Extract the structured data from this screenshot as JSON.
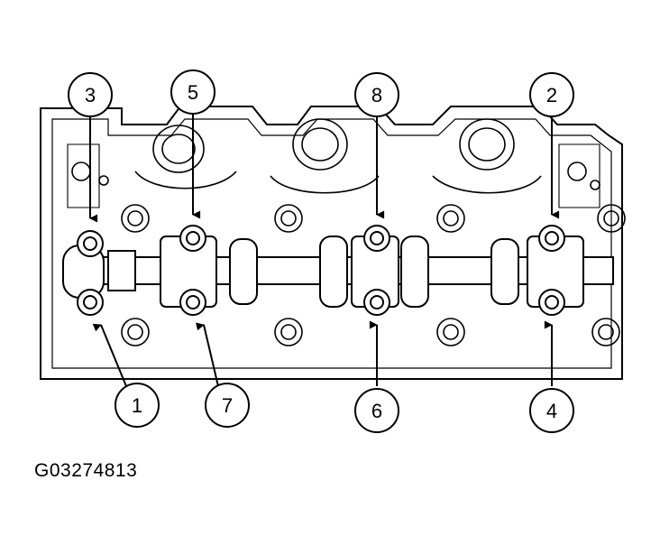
{
  "figure_id": "G03274813",
  "callouts": [
    {
      "label": "3"
    },
    {
      "label": "5"
    },
    {
      "label": "8"
    },
    {
      "label": "2"
    },
    {
      "label": "1"
    },
    {
      "label": "7"
    },
    {
      "label": "6"
    },
    {
      "label": "4"
    }
  ]
}
